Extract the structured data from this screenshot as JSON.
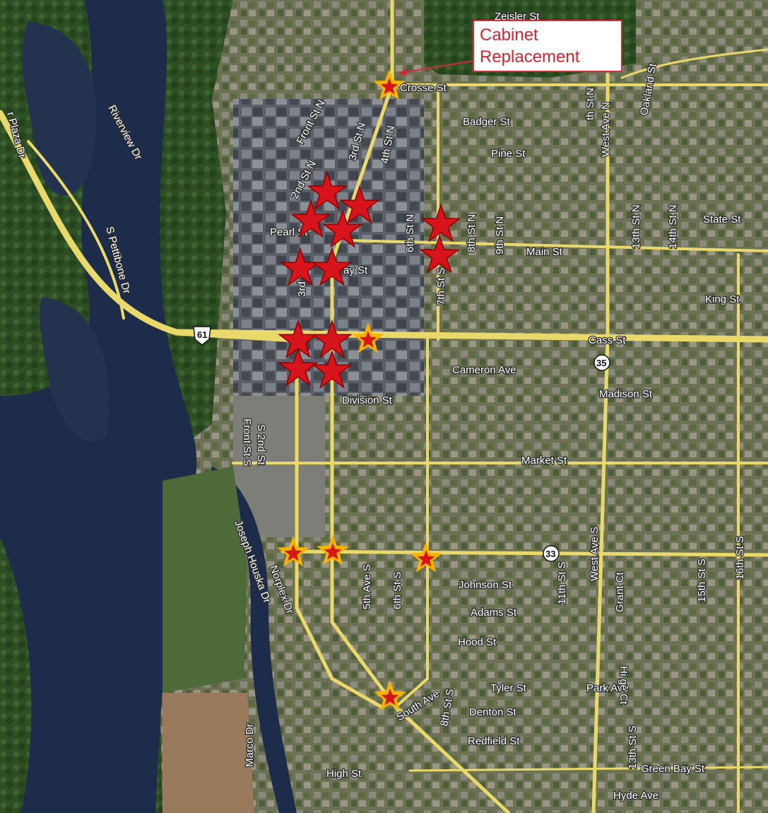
{
  "map": {
    "callout": {
      "line1": "Cabinet",
      "line2": "Replacement"
    },
    "streets": {
      "zeisler": "Zeisler St",
      "la_crosse": "Crosse St",
      "badger": "Badger St",
      "pine": "Pine St",
      "state": "State St",
      "main": "Main St",
      "king": "King St",
      "cass": "Cass St",
      "cameron": "Cameron Ave",
      "madison": "Madison St",
      "division": "Division St",
      "market": "Market St",
      "johnson": "Johnson St",
      "adams": "Adams St",
      "hood": "Hood St",
      "tyler": "Tyler St",
      "denton": "Denton St",
      "redfield": "Redfield St",
      "green_bay": "Green Bay St",
      "hyde": "Hyde Ave",
      "high": "High St",
      "park": "Park Ave",
      "south_ave": "South Ave",
      "pearl": "Pearl St",
      "jay": "ay St",
      "front_n": "Front St N",
      "second_n": "2nd St N",
      "third_n": "3rd St N",
      "fourth_n": "4th St N",
      "sixth_n": "6th St N",
      "seventh_s": "7th St S",
      "eighth_n": "8th St N",
      "ninth_n": "9th St N",
      "eleventh_n": "th St N",
      "west_ave_n": "West Ave N",
      "oakland": "Oakland St",
      "thirteenth_n": "13th St N",
      "fourteenth_n": "14th St N",
      "third_s": "3rd St",
      "second_s": "S 2nd St",
      "front_s": "Front St S",
      "fifth_s": "5th Ave S",
      "sixth_s": "6th St S",
      "eleventh_s": "11th St S",
      "west_ave_s": "West Ave S",
      "grant": "Grant Ct",
      "hi_ct": "Hi ge Ct",
      "thirteenth_s": "13th St S",
      "fifteenth_s": "15th St S",
      "sixteenth_s": "16th St S",
      "eighth_s": "8th St S",
      "joseph": "Joseph Houska Dr",
      "norplex": "Norplex Dr",
      "marco": "Marco Dr",
      "riverview": "Riverview Dr",
      "plaza": "r Plaza Dr",
      "pettibone": "S Pettibone Dr"
    },
    "shields": {
      "us61": "61",
      "wi35": "35",
      "wi33": "33"
    },
    "colors": {
      "star_red": "#d7141c",
      "star_outline": "#8b0000",
      "star_gold": "#f5b400",
      "road": "#e8d96a",
      "river": "#1d2c4a"
    }
  }
}
